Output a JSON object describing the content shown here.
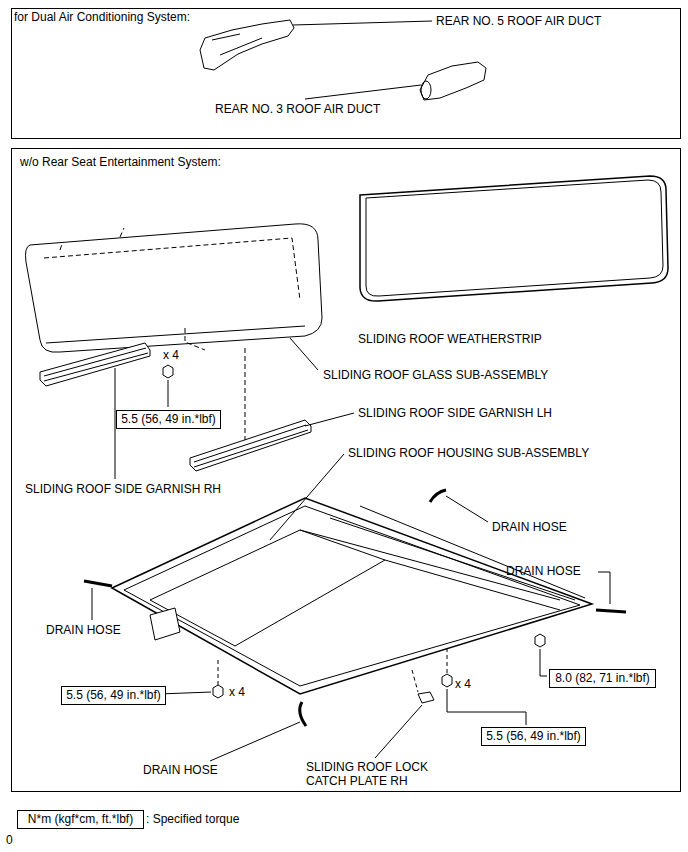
{
  "diagram": {
    "nodes": [
      {
        "text": [
          "for Dual Air Conditioning System:"
        ]
      },
      {
        "text": [
          "w/o Rear Seat Entertainment System:"
        ]
      },
      {
        "text": [
          "5.5 (56, 49 in.*lbf)"
        ],
        "in": 1
      },
      {
        "text": [
          "5.5 (56, 49 in.*lbf)"
        ],
        "in": 1
      },
      {
        "text": [
          "8.0 (82, 71 in.*lbf)"
        ],
        "in": 1
      },
      {
        "text": [
          "5.5 (56, 49 in.*lbf)"
        ],
        "in": 1
      },
      {
        "text": [
          "N*m (kgf*cm, ft.*lbf)"
        ]
      }
    ],
    "labels": [
      "REAR NO. 5 ROOF AIR DUCT",
      "REAR NO. 3 ROOF AIR DUCT",
      "SLIDING ROOF WEATHERSTRIP",
      "x 4",
      "SLIDING ROOF GLASS SUB-ASSEMBLY",
      "SLIDING ROOF SIDE GARNISH LH",
      "SLIDING ROOF HOUSING SUB-ASSEMBLY",
      "SLIDING ROOF SIDE GARNISH RH",
      "DRAIN HOSE",
      "DRAIN HOSE",
      "DRAIN HOSE",
      "x 4",
      "x 4",
      "DRAIN HOSE",
      "SLIDING ROOF LOCK CATCH PLATE RH",
      ": Specified torque",
      "0"
    ]
  }
}
